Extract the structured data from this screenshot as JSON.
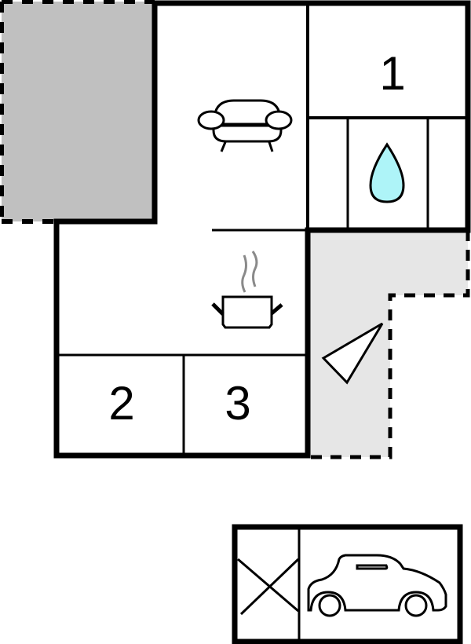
{
  "diagram": {
    "type": "floor-plan",
    "rooms": [
      {
        "id": "living-room",
        "icon": "sofa-icon"
      },
      {
        "id": "bedroom-1",
        "label": "1"
      },
      {
        "id": "bathroom",
        "icon": "water-drop-icon"
      },
      {
        "id": "kitchen",
        "icon": "cooking-pot-icon"
      },
      {
        "id": "bedroom-2",
        "label": "2"
      },
      {
        "id": "bedroom-3",
        "label": "3"
      },
      {
        "id": "terrace-covered",
        "fill": "#c0c0c0"
      },
      {
        "id": "terrace-open",
        "fill": "#e6e6e6",
        "icon": "entrance-triangle-icon"
      },
      {
        "id": "garage",
        "icons": [
          "storage-x-icon",
          "car-icon"
        ]
      }
    ],
    "labels": {
      "room1": "1",
      "room2": "2",
      "room3": "3"
    },
    "colors": {
      "wall": "#000000",
      "terrace_dark": "#c0c0c0",
      "terrace_light": "#e6e6e6",
      "water": "#aef4f8",
      "steam": "#8a8a8a"
    }
  }
}
